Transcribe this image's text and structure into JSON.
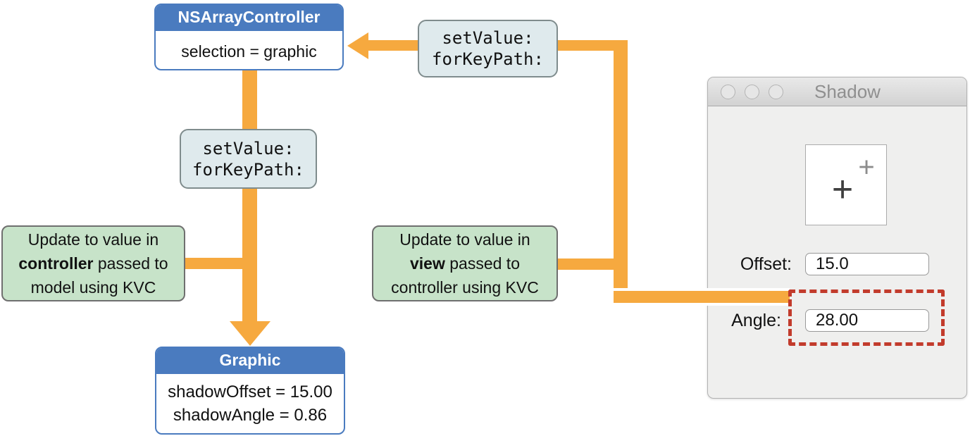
{
  "colors": {
    "arrow_orange": "#F6A93F",
    "box_blue": "#4A7BBF",
    "note_green": "#C7E3C9",
    "code_box_blue": "#DFEAED",
    "highlight_red": "#C23B2C",
    "window_bg": "#EFEFEE",
    "titlebar_text": "#8F8F8F"
  },
  "diagram": {
    "controller_box": {
      "title": "NSArrayController",
      "body": "selection = graphic"
    },
    "model_box": {
      "title": "Graphic",
      "line1": "shadowOffset = 15.00",
      "line2": "shadowAngle = 0.86"
    },
    "kvc_call_left": {
      "line1": "setValue:",
      "line2": "forKeyPath:"
    },
    "kvc_call_top": {
      "line1": "setValue:",
      "line2": "forKeyPath:"
    },
    "note_controller": {
      "line1": "Update to value in",
      "bold_word": "controller",
      "line2_rest": " passed to",
      "line3": "model using KVC"
    },
    "note_view": {
      "line1": "Update to value in",
      "bold_word": "view",
      "line2_rest": " passed to",
      "line3": "controller using KVC"
    }
  },
  "window": {
    "title": "Shadow",
    "canvas_plus_front": "+",
    "canvas_plus_back": "+",
    "offset": {
      "label": "Offset:",
      "value": "15.0"
    },
    "angle": {
      "label": "Angle:",
      "value": "28.00"
    }
  }
}
